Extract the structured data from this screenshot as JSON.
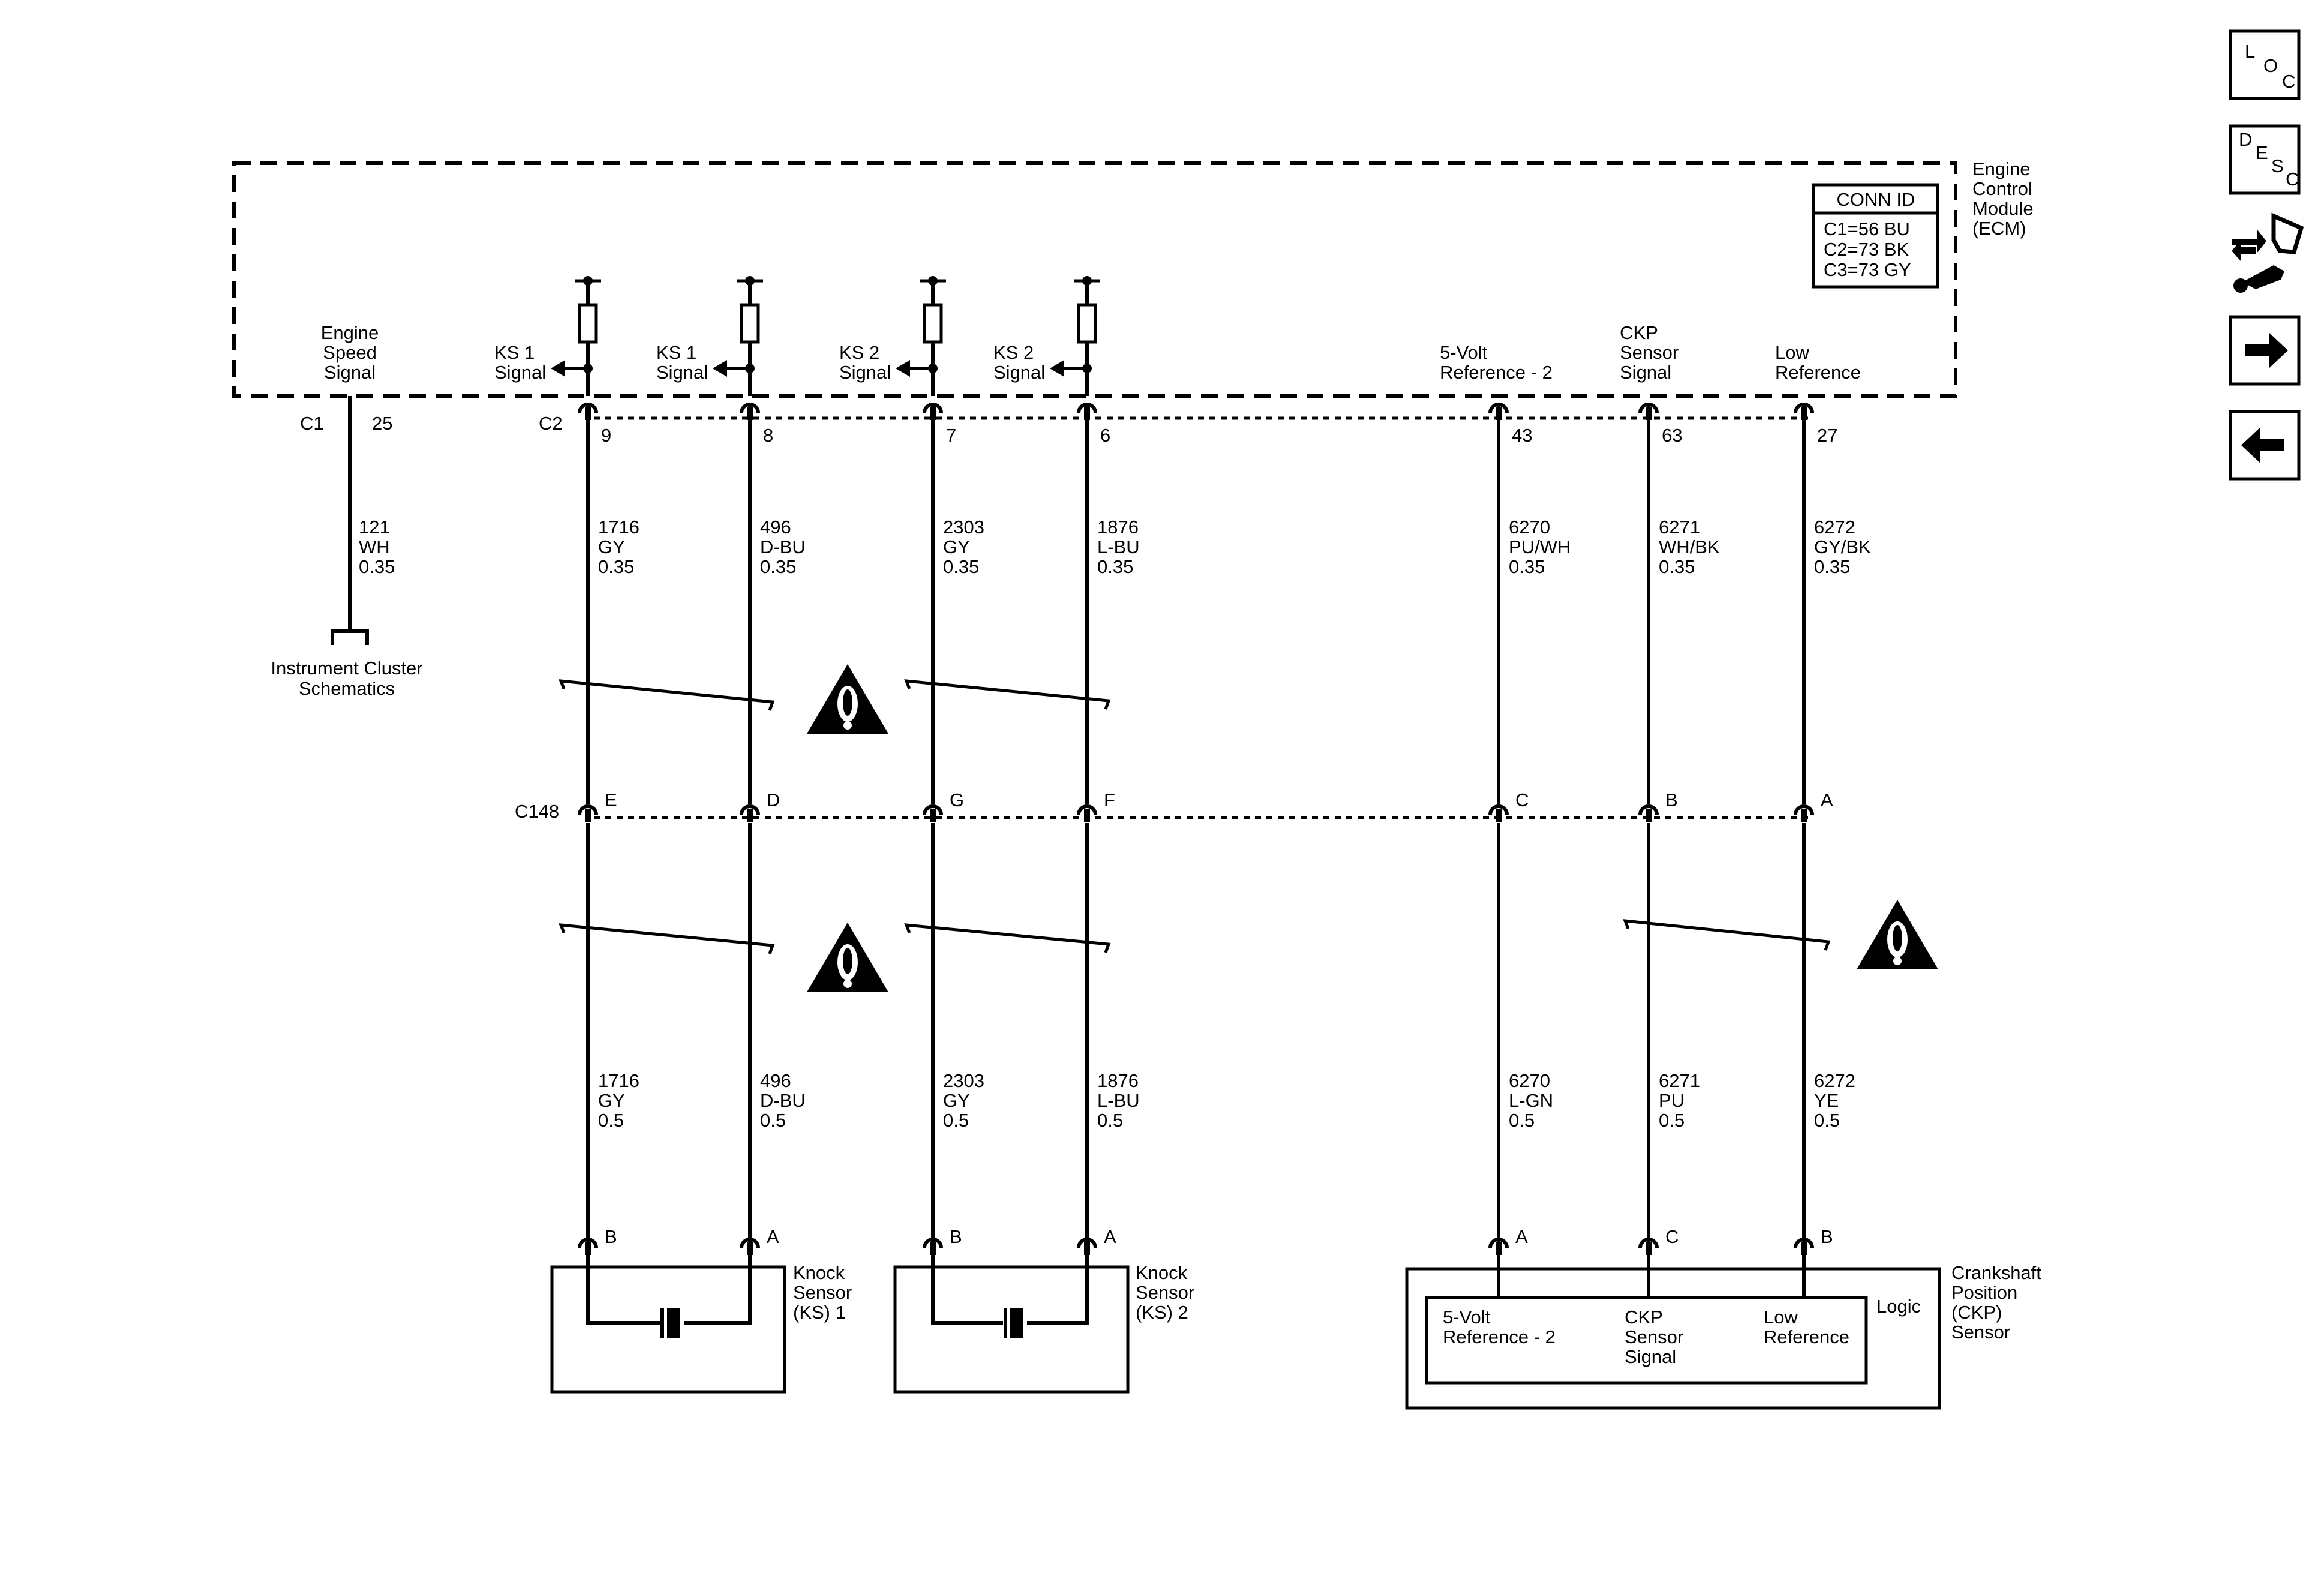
{
  "ecm": {
    "label": [
      "Engine",
      "Control",
      "Module",
      "(ECM)"
    ],
    "conn_id_title": "CONN ID",
    "conn_ids": [
      "C1=56 BU",
      "C2=73 BK",
      "C3=73 GY"
    ]
  },
  "nav": {
    "loc_letters": [
      "L",
      "O",
      "C"
    ],
    "desc_letters": [
      "D",
      "E",
      "S",
      "C"
    ],
    "icons": [
      "loc-icon",
      "desc-icon",
      "connector-tool-icon",
      "arrow-right-icon",
      "arrow-left-icon"
    ]
  },
  "c1": {
    "name": "C1",
    "pin": "25"
  },
  "c2": {
    "name": "C2"
  },
  "c148": {
    "name": "C148"
  },
  "engine_speed": {
    "label": [
      "Engine",
      "Speed",
      "Signal"
    ],
    "wire": [
      "121",
      "WH",
      "0.35"
    ],
    "dest": [
      "Instrument Cluster",
      "Schematics"
    ]
  },
  "circuits": [
    {
      "id": "ks1-b",
      "ecm_label": [
        "KS 1",
        "Signal"
      ],
      "ecm_pin": "9",
      "upper": [
        "1716",
        "GY",
        "0.35"
      ],
      "c148_pin": "E",
      "lower": [
        "1716",
        "GY",
        "0.5"
      ],
      "sensor_pin": "B"
    },
    {
      "id": "ks1-a",
      "ecm_label": [
        "KS 1",
        "Signal"
      ],
      "ecm_pin": "8",
      "upper": [
        "496",
        "D-BU",
        "0.35"
      ],
      "c148_pin": "D",
      "lower": [
        "496",
        "D-BU",
        "0.5"
      ],
      "sensor_pin": "A"
    },
    {
      "id": "ks2-b",
      "ecm_label": [
        "KS 2",
        "Signal"
      ],
      "ecm_pin": "7",
      "upper": [
        "2303",
        "GY",
        "0.35"
      ],
      "c148_pin": "G",
      "lower": [
        "2303",
        "GY",
        "0.5"
      ],
      "sensor_pin": "B"
    },
    {
      "id": "ks2-a",
      "ecm_label": [
        "KS 2",
        "Signal"
      ],
      "ecm_pin": "6",
      "upper": [
        "1876",
        "L-BU",
        "0.35"
      ],
      "c148_pin": "F",
      "lower": [
        "1876",
        "L-BU",
        "0.5"
      ],
      "sensor_pin": "A"
    },
    {
      "id": "ckp-ref",
      "ecm_label": [
        "5-Volt",
        "Reference - 2"
      ],
      "ecm_pin": "43",
      "upper": [
        "6270",
        "PU/WH",
        "0.35"
      ],
      "c148_pin": "C",
      "lower": [
        "6270",
        "L-GN",
        "0.5"
      ],
      "sensor_pin": "A"
    },
    {
      "id": "ckp-sig",
      "ecm_label": [
        "CKP",
        "Sensor",
        "Signal"
      ],
      "ecm_pin": "63",
      "upper": [
        "6271",
        "WH/BK",
        "0.35"
      ],
      "c148_pin": "B",
      "lower": [
        "6271",
        "PU",
        "0.5"
      ],
      "sensor_pin": "C"
    },
    {
      "id": "ckp-low",
      "ecm_label": [
        "Low",
        "Reference"
      ],
      "ecm_pin": "27",
      "upper": [
        "6272",
        "GY/BK",
        "0.35"
      ],
      "c148_pin": "A",
      "lower": [
        "6272",
        "YE",
        "0.5"
      ],
      "sensor_pin": "B"
    }
  ],
  "ks1": {
    "label": [
      "Knock",
      "Sensor",
      "(KS) 1"
    ]
  },
  "ks2": {
    "label": [
      "Knock",
      "Sensor",
      "(KS) 2"
    ]
  },
  "ckp": {
    "label": [
      "Crankshaft",
      "Position",
      "(CKP)",
      "Sensor"
    ],
    "logic": "Logic",
    "inner": [
      [
        "5-Volt",
        "Reference - 2"
      ],
      [
        "CKP",
        "Sensor",
        "Signal"
      ],
      [
        "Low",
        "Reference"
      ]
    ]
  }
}
